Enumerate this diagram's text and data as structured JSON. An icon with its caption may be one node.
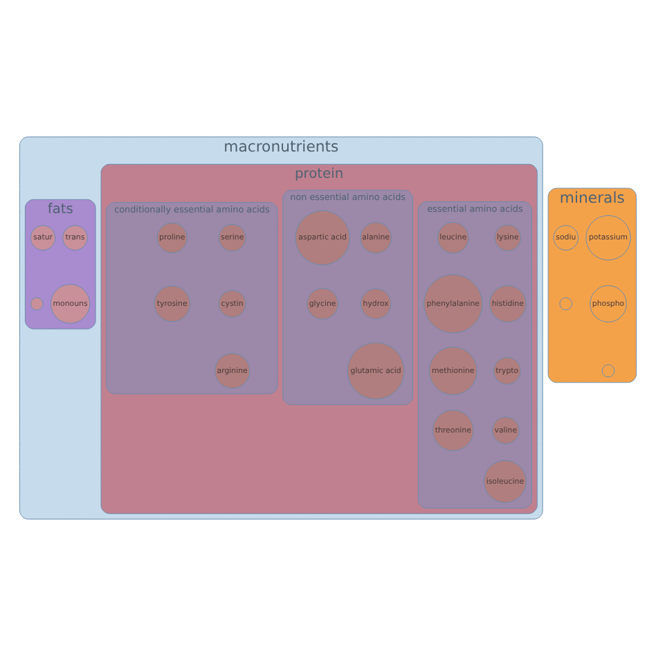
{
  "diagram": {
    "nodes": [
      {
        "text": [
          "macronutrients"
        ]
      },
      {
        "text": [
          "protein"
        ],
        "in": 0
      },
      {
        "text": [
          "essential amino acids"
        ],
        "in": 1
      },
      {
        "text": [
          "lysine"
        ],
        "in": 2
      },
      {
        "text": [
          "leucine"
        ],
        "in": 2
      },
      {
        "text": [
          "histidine"
        ],
        "in": 2
      },
      {
        "text": [
          "phenylalanine"
        ],
        "in": 2
      },
      {
        "text": [
          "trypto"
        ],
        "in": 2
      },
      {
        "text": [
          "methionine"
        ],
        "in": 2
      },
      {
        "text": [
          "valine"
        ],
        "in": 2
      },
      {
        "text": [
          "threonine"
        ],
        "in": 2
      },
      {
        "text": [
          "isoleucine"
        ],
        "in": 2
      },
      {
        "text": [
          "non essential amino acids"
        ],
        "in": 1
      },
      {
        "text": [
          "alanine"
        ],
        "in": 12
      },
      {
        "text": [
          "aspartic acid"
        ],
        "in": 12
      },
      {
        "text": [
          "hydrox"
        ],
        "in": 12
      },
      {
        "text": [
          "glycine"
        ],
        "in": 12
      },
      {
        "text": [
          "glutamic acid"
        ],
        "in": 12
      },
      {
        "text": [
          "conditionally essential amino acids"
        ],
        "in": 1
      },
      {
        "text": [
          "serine"
        ],
        "in": 18
      },
      {
        "text": [
          "proline"
        ],
        "in": 18
      },
      {
        "text": [
          "cystin"
        ],
        "in": 18
      },
      {
        "text": [
          "tyrosine"
        ],
        "in": 18
      },
      {
        "text": [
          "arginine"
        ],
        "in": 18
      },
      {
        "text": [
          "fats"
        ],
        "in": 0
      },
      {
        "text": [
          "trans"
        ],
        "in": 24
      },
      {
        "text": [
          "satur"
        ],
        "in": 24
      },
      {
        "text": [
          "monouns"
        ],
        "in": 24
      },
      {
        "text": [],
        "shape": "circle",
        "in": 24
      },
      {
        "text": [
          "minerals"
        ]
      },
      {
        "text": [
          "potassium"
        ],
        "in": 29
      },
      {
        "text": [
          "sodiu"
        ],
        "in": 29
      },
      {
        "text": [
          "phospho"
        ],
        "in": 29
      },
      {
        "text": [],
        "shape": "circle",
        "in": 29
      },
      {
        "text": [],
        "shape": "circle",
        "in": 29
      }
    ],
    "edges": []
  }
}
